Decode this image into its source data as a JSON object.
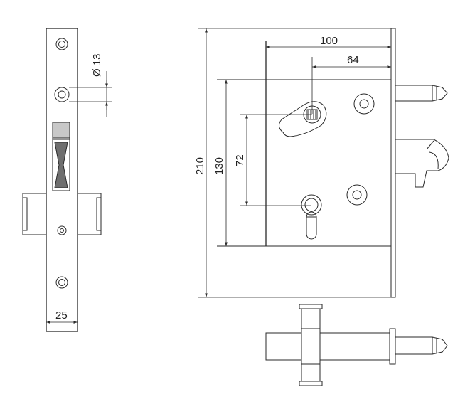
{
  "colors": {
    "line": "#2a2a2a",
    "background": "#ffffff",
    "shade": "#c8c8c8"
  },
  "dimensions": {
    "diameter": "Ø 13",
    "width_25": "25",
    "total_height_210": "210",
    "height_130": "130",
    "distance_72": "72",
    "width_100": "100",
    "width_64": "64"
  }
}
